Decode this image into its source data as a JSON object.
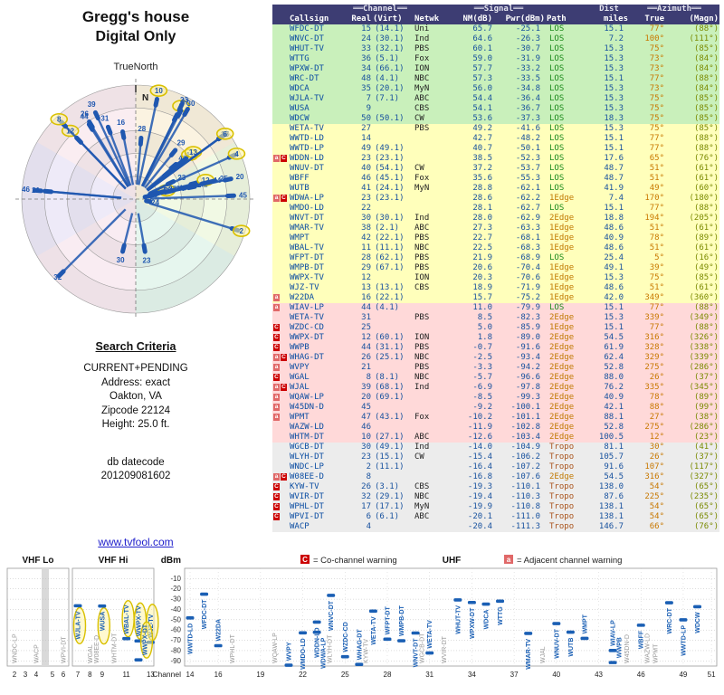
{
  "header": {
    "title_line1": "Gregg's house",
    "title_line2": "Digital Only"
  },
  "polar": {
    "mode_label": "TrueNorth",
    "north_label": "N"
  },
  "search_criteria": {
    "heading": "Search Criteria",
    "lines": [
      "CURRENT+PENDING",
      "Address: exact",
      "Oakton, VA",
      "Zipcode 22124",
      "Height: 25.0 ft."
    ],
    "db_label": "db datecode",
    "db_value": "201209081602"
  },
  "footer_link": "www.tvfool.com",
  "table": {
    "groups": {
      "channel": "══Channel══",
      "signal": "══Signal══",
      "dist": "Dist",
      "azimuth": "══Azimuth══"
    },
    "columns": [
      "Callsign",
      "Real",
      "(Virt)",
      "Netwk",
      "NM(dB)",
      "Pwr(dBm)",
      "Path",
      "miles",
      "True",
      "(Magn)"
    ]
  },
  "legend": {
    "co": {
      "symbol": "C",
      "text": "= Co-channel warning"
    },
    "adj": {
      "symbol": "a",
      "text": "= Adjacent channel warning"
    }
  },
  "spectrum": {
    "sections": [
      "VHF Lo",
      "VHF Hi",
      "UHF"
    ],
    "dbm_label": "dBm",
    "channel_label": "Channel",
    "dbm_ticks": [
      -10,
      -20,
      -30,
      -40,
      -50,
      -60,
      -70,
      -80,
      -90
    ],
    "vhf_lo_ticks": [
      2,
      3,
      4,
      5,
      6
    ],
    "vhf_hi_ticks": [
      7,
      8,
      9,
      11,
      13
    ],
    "uhf_ticks": [
      14,
      16,
      19,
      22,
      25,
      28,
      31,
      34,
      37,
      40,
      43,
      46,
      49,
      51
    ]
  },
  "colors": {
    "header_bg": "#3d3d73",
    "band_green": "#c9f0bb",
    "band_yellow": "#ffffbb",
    "band_pink": "#ffd9d9",
    "band_gray": "#ececec",
    "co_badge": "#cc0000",
    "adj_badge": "#e06868",
    "station_blue": "#1a5fb4",
    "muted_gray": "#999999",
    "highlight_yellow": "#d9c000",
    "path_los": "#1b8a1b",
    "path_edge": "#c07800",
    "path_tropo": "#a9531c",
    "azimuth_true": "#c87800",
    "azimuth_magn": "#7a8a00"
  },
  "stations": [
    {
      "cs": "WFDC-DT",
      "real": 15,
      "virt": "(14.1)",
      "net": "Uni",
      "nm": 65.7,
      "pwr": -25.1,
      "path": "LOS",
      "mi": 15.1,
      "azt": 77,
      "azm": 88,
      "warn": "",
      "band": "green"
    },
    {
      "cs": "WNVC-DT",
      "real": 24,
      "virt": "(30.1)",
      "net": "Ind",
      "nm": 64.6,
      "pwr": -26.3,
      "path": "LOS",
      "mi": 7.2,
      "azt": 100,
      "azm": 111,
      "warn": "",
      "band": "green"
    },
    {
      "cs": "WHUT-TV",
      "real": 33,
      "virt": "(32.1)",
      "net": "PBS",
      "nm": 60.1,
      "pwr": -30.7,
      "path": "LOS",
      "mi": 15.3,
      "azt": 75,
      "azm": 85,
      "warn": "",
      "band": "green"
    },
    {
      "cs": "WTTG",
      "real": 36,
      "virt": "(5.1)",
      "net": "Fox",
      "nm": 59.0,
      "pwr": -31.9,
      "path": "LOS",
      "mi": 15.3,
      "azt": 73,
      "azm": 84,
      "warn": "",
      "band": "green"
    },
    {
      "cs": "WPXW-DT",
      "real": 34,
      "virt": "(66.1)",
      "net": "ION",
      "nm": 57.7,
      "pwr": -33.2,
      "path": "LOS",
      "mi": 15.3,
      "azt": 73,
      "azm": 84,
      "warn": "",
      "band": "green"
    },
    {
      "cs": "WRC-DT",
      "real": 48,
      "virt": "(4.1)",
      "net": "NBC",
      "nm": 57.3,
      "pwr": -33.5,
      "path": "LOS",
      "mi": 15.1,
      "azt": 77,
      "azm": 88,
      "warn": "",
      "band": "green"
    },
    {
      "cs": "WDCA",
      "real": 35,
      "virt": "(20.1)",
      "net": "MyN",
      "nm": 56.0,
      "pwr": -34.8,
      "path": "LOS",
      "mi": 15.3,
      "azt": 73,
      "azm": 84,
      "warn": "",
      "band": "green"
    },
    {
      "cs": "WJLA-TV",
      "real": 7,
      "virt": "(7.1)",
      "net": "ABC",
      "nm": 54.4,
      "pwr": -36.4,
      "path": "LOS",
      "mi": 15.3,
      "azt": 75,
      "azm": 85,
      "warn": "",
      "band": "green"
    },
    {
      "cs": "WUSA",
      "real": 9,
      "virt": "",
      "net": "CBS",
      "nm": 54.1,
      "pwr": -36.7,
      "path": "LOS",
      "mi": 15.3,
      "azt": 75,
      "azm": 85,
      "warn": "",
      "band": "green"
    },
    {
      "cs": "WDCW",
      "real": 50,
      "virt": "(50.1)",
      "net": "CW",
      "nm": 53.6,
      "pwr": -37.3,
      "path": "LOS",
      "mi": 18.3,
      "azt": 75,
      "azm": 85,
      "warn": "",
      "band": "green"
    },
    {
      "cs": "WETA-TV",
      "real": 27,
      "virt": "",
      "net": "PBS",
      "nm": 49.2,
      "pwr": -41.6,
      "path": "LOS",
      "mi": 15.3,
      "azt": 75,
      "azm": 85,
      "warn": "",
      "band": "yellow"
    },
    {
      "cs": "WWTD-LD",
      "real": 14,
      "virt": "",
      "net": "",
      "nm": 42.7,
      "pwr": -48.2,
      "path": "LOS",
      "mi": 15.1,
      "azt": 77,
      "azm": 88,
      "warn": "",
      "band": "yellow"
    },
    {
      "cs": "WWTD-LP",
      "real": 49,
      "virt": "(49.1)",
      "net": "",
      "nm": 40.7,
      "pwr": -50.1,
      "path": "LOS",
      "mi": 15.1,
      "azt": 77,
      "azm": 88,
      "warn": "",
      "band": "yellow"
    },
    {
      "cs": "WDDN-LD",
      "real": 23,
      "virt": "(23.1)",
      "net": "",
      "nm": 38.5,
      "pwr": -52.3,
      "path": "LOS",
      "mi": 17.6,
      "azt": 65,
      "azm": 76,
      "warn": "aC",
      "band": "yellow"
    },
    {
      "cs": "WNUV-DT",
      "real": 40,
      "virt": "(54.1)",
      "net": "CW",
      "nm": 37.2,
      "pwr": -53.7,
      "path": "LOS",
      "mi": 48.7,
      "azt": 51,
      "azm": 61,
      "warn": "",
      "band": "yellow"
    },
    {
      "cs": "WBFF",
      "real": 46,
      "virt": "(45.1)",
      "net": "Fox",
      "nm": 35.6,
      "pwr": -55.3,
      "path": "LOS",
      "mi": 48.7,
      "azt": 51,
      "azm": 61,
      "warn": "",
      "band": "yellow"
    },
    {
      "cs": "WUTB",
      "real": 41,
      "virt": "(24.1)",
      "net": "MyN",
      "nm": 28.8,
      "pwr": -62.1,
      "path": "LOS",
      "mi": 41.9,
      "azt": 49,
      "azm": 60,
      "warn": "",
      "band": "yellow"
    },
    {
      "cs": "WDWA-LP",
      "real": 23,
      "virt": "(23.1)",
      "net": "",
      "nm": 28.6,
      "pwr": -62.2,
      "path": "1Edge",
      "mi": 7.4,
      "azt": 170,
      "azm": 180,
      "warn": "aC",
      "band": "yellow"
    },
    {
      "cs": "WMDO-LD",
      "real": 22,
      "virt": "",
      "net": "",
      "nm": 28.1,
      "pwr": -62.7,
      "path": "LOS",
      "mi": 15.1,
      "azt": 77,
      "azm": 88,
      "warn": "",
      "band": "yellow"
    },
    {
      "cs": "WNVT-DT",
      "real": 30,
      "virt": "(30.1)",
      "net": "Ind",
      "nm": 28.0,
      "pwr": -62.9,
      "path": "2Edge",
      "mi": 18.8,
      "azt": 194,
      "azm": 205,
      "warn": "",
      "band": "yellow"
    },
    {
      "cs": "WMAR-TV",
      "real": 38,
      "virt": "(2.1)",
      "net": "ABC",
      "nm": 27.3,
      "pwr": -63.3,
      "path": "1Edge",
      "mi": 48.6,
      "azt": 51,
      "azm": 61,
      "warn": "",
      "band": "yellow"
    },
    {
      "cs": "WMPT",
      "real": 42,
      "virt": "(22.1)",
      "net": "PBS",
      "nm": 22.7,
      "pwr": -68.1,
      "path": "1Edge",
      "mi": 40.9,
      "azt": 78,
      "azm": 89,
      "warn": "",
      "band": "yellow"
    },
    {
      "cs": "WBAL-TV",
      "real": 11,
      "virt": "(11.1)",
      "net": "NBC",
      "nm": 22.5,
      "pwr": -68.3,
      "path": "1Edge",
      "mi": 48.6,
      "azt": 51,
      "azm": 61,
      "warn": "",
      "band": "yellow"
    },
    {
      "cs": "WFPT-DT",
      "real": 28,
      "virt": "(62.1)",
      "net": "PBS",
      "nm": 21.9,
      "pwr": -68.9,
      "path": "LOS",
      "mi": 25.4,
      "azt": 5,
      "azm": 16,
      "warn": "",
      "band": "yellow"
    },
    {
      "cs": "WMPB-DT",
      "real": 29,
      "virt": "(67.1)",
      "net": "PBS",
      "nm": 20.6,
      "pwr": -70.4,
      "path": "1Edge",
      "mi": 49.1,
      "azt": 39,
      "azm": 49,
      "warn": "",
      "band": "yellow"
    },
    {
      "cs": "WWPX-TV",
      "real": 12,
      "virt": "",
      "net": "ION",
      "nm": 20.3,
      "pwr": -70.6,
      "path": "1Edge",
      "mi": 15.3,
      "azt": 75,
      "azm": 85,
      "warn": "",
      "band": "yellow"
    },
    {
      "cs": "WJZ-TV",
      "real": 13,
      "virt": "(13.1)",
      "net": "CBS",
      "nm": 18.9,
      "pwr": -71.9,
      "path": "1Edge",
      "mi": 48.6,
      "azt": 51,
      "azm": 61,
      "warn": "",
      "band": "yellow"
    },
    {
      "cs": "W22DA",
      "real": 16,
      "virt": "(22.1)",
      "net": "",
      "nm": 15.7,
      "pwr": -75.2,
      "path": "1Edge",
      "mi": 42.0,
      "azt": 349,
      "azm": 360,
      "warn": "a",
      "band": "yellow"
    },
    {
      "cs": "WIAV-LP",
      "real": 44,
      "virt": "(4.1)",
      "net": "",
      "nm": 11.0,
      "pwr": -79.9,
      "path": "LOS",
      "mi": 15.1,
      "azt": 77,
      "azm": 88,
      "warn": "a",
      "band": "pink"
    },
    {
      "cs": "WETA-TV",
      "real": 31,
      "virt": "",
      "net": "PBS",
      "nm": 8.5,
      "pwr": -82.3,
      "path": "2Edge",
      "mi": 15.3,
      "azt": 339,
      "azm": 349,
      "warn": "",
      "band": "pink"
    },
    {
      "cs": "WZDC-CD",
      "real": 25,
      "virt": "",
      "net": "",
      "nm": 5.0,
      "pwr": -85.9,
      "path": "1Edge",
      "mi": 15.1,
      "azt": 77,
      "azm": 88,
      "warn": "C",
      "band": "pink"
    },
    {
      "cs": "WWPX-DT",
      "real": 12,
      "virt": "(60.1)",
      "net": "ION",
      "nm": 1.8,
      "pwr": -89.0,
      "path": "2Edge",
      "mi": 54.5,
      "azt": 316,
      "azm": 326,
      "warn": "C",
      "band": "pink"
    },
    {
      "cs": "WWPB",
      "real": 44,
      "virt": "(31.1)",
      "net": "PBS",
      "nm": -0.7,
      "pwr": -91.6,
      "path": "2Edge",
      "mi": 61.9,
      "azt": 328,
      "azm": 338,
      "warn": "C",
      "band": "pink"
    },
    {
      "cs": "WHAG-DT",
      "real": 26,
      "virt": "(25.1)",
      "net": "NBC",
      "nm": -2.5,
      "pwr": -93.4,
      "path": "2Edge",
      "mi": 62.4,
      "azt": 329,
      "azm": 339,
      "warn": "aC",
      "band": "pink"
    },
    {
      "cs": "WVPY",
      "real": 21,
      "virt": "",
      "net": "PBS",
      "nm": -3.3,
      "pwr": -94.2,
      "path": "2Edge",
      "mi": 52.8,
      "azt": 275,
      "azm": 286,
      "warn": "a",
      "band": "pink"
    },
    {
      "cs": "WGAL",
      "real": 8,
      "virt": "(8.1)",
      "net": "NBC",
      "nm": -5.7,
      "pwr": -96.6,
      "path": "2Edge",
      "mi": 88.0,
      "azt": 26,
      "azm": 37,
      "warn": "C",
      "band": "pink"
    },
    {
      "cs": "WJAL",
      "real": 39,
      "virt": "(68.1)",
      "net": "Ind",
      "nm": -6.9,
      "pwr": -97.8,
      "path": "2Edge",
      "mi": 76.2,
      "azt": 335,
      "azm": 345,
      "warn": "aC",
      "band": "pink"
    },
    {
      "cs": "WQAW-LP",
      "real": 20,
      "virt": "(69.1)",
      "net": "",
      "nm": -8.5,
      "pwr": -99.3,
      "path": "2Edge",
      "mi": 40.9,
      "azt": 78,
      "azm": 89,
      "warn": "a",
      "band": "pink"
    },
    {
      "cs": "W45DN-D",
      "real": 45,
      "virt": "",
      "net": "",
      "nm": -9.2,
      "pwr": -100.1,
      "path": "2Edge",
      "mi": 42.1,
      "azt": 88,
      "azm": 99,
      "warn": "a",
      "band": "pink"
    },
    {
      "cs": "WPMT",
      "real": 47,
      "virt": "(43.1)",
      "net": "Fox",
      "nm": -10.2,
      "pwr": -101.1,
      "path": "2Edge",
      "mi": 88.1,
      "azt": 27,
      "azm": 38,
      "warn": "a",
      "band": "pink"
    },
    {
      "cs": "WAZW-LD",
      "real": 46,
      "virt": "",
      "net": "",
      "nm": -11.9,
      "pwr": -102.8,
      "path": "2Edge",
      "mi": 52.8,
      "azt": 275,
      "azm": 286,
      "warn": "",
      "band": "pink"
    },
    {
      "cs": "WHTM-DT",
      "real": 10,
      "virt": "(27.1)",
      "net": "ABC",
      "nm": -12.6,
      "pwr": -103.4,
      "path": "2Edge",
      "mi": 100.5,
      "azt": 12,
      "azm": 23,
      "warn": "",
      "band": "pink"
    },
    {
      "cs": "WGCB-DT",
      "real": 30,
      "virt": "(49.1)",
      "net": "Ind",
      "nm": -14.0,
      "pwr": -104.9,
      "path": "Tropo",
      "mi": 81.1,
      "azt": 30,
      "azm": 41,
      "warn": "",
      "band": "gray"
    },
    {
      "cs": "WLYH-DT",
      "real": 23,
      "virt": "(15.1)",
      "net": "CW",
      "nm": -15.4,
      "pwr": -106.2,
      "path": "Tropo",
      "mi": 105.7,
      "azt": 26,
      "azm": 37,
      "warn": "",
      "band": "gray"
    },
    {
      "cs": "WNDC-LP",
      "real": 2,
      "virt": "(11.1)",
      "net": "",
      "nm": -16.4,
      "pwr": -107.2,
      "path": "Tropo",
      "mi": 91.6,
      "azt": 107,
      "azm": 117,
      "warn": "",
      "band": "gray"
    },
    {
      "cs": "W08EE-D",
      "real": 8,
      "virt": "",
      "net": "",
      "nm": -16.8,
      "pwr": -107.6,
      "path": "2Edge",
      "mi": 54.5,
      "azt": 316,
      "azm": 327,
      "warn": "aC",
      "band": "gray"
    },
    {
      "cs": "KYW-TV",
      "real": 26,
      "virt": "(3.1)",
      "net": "CBS",
      "nm": -19.3,
      "pwr": -110.1,
      "path": "Tropo",
      "mi": 138.0,
      "azt": 54,
      "azm": 65,
      "warn": "C",
      "band": "gray"
    },
    {
      "cs": "WVIR-DT",
      "real": 32,
      "virt": "(29.1)",
      "net": "NBC",
      "nm": -19.4,
      "pwr": -110.3,
      "path": "Tropo",
      "mi": 87.6,
      "azt": 225,
      "azm": 235,
      "warn": "C",
      "band": "gray"
    },
    {
      "cs": "WPHL-DT",
      "real": 17,
      "virt": "(17.1)",
      "net": "MyN",
      "nm": -19.9,
      "pwr": -110.8,
      "path": "Tropo",
      "mi": 138.1,
      "azt": 54,
      "azm": 65,
      "warn": "C",
      "band": "gray"
    },
    {
      "cs": "WPVI-DT",
      "real": 6,
      "virt": "(6.1)",
      "net": "ABC",
      "nm": -20.1,
      "pwr": -111.0,
      "path": "Tropo",
      "mi": 138.1,
      "azt": 54,
      "azm": 65,
      "warn": "C",
      "band": "gray"
    },
    {
      "cs": "WACP",
      "real": 4,
      "virt": "",
      "net": "",
      "nm": -20.4,
      "pwr": -111.3,
      "path": "Tropo",
      "mi": 146.7,
      "azt": 66,
      "azm": 76,
      "warn": "",
      "band": "gray"
    }
  ]
}
